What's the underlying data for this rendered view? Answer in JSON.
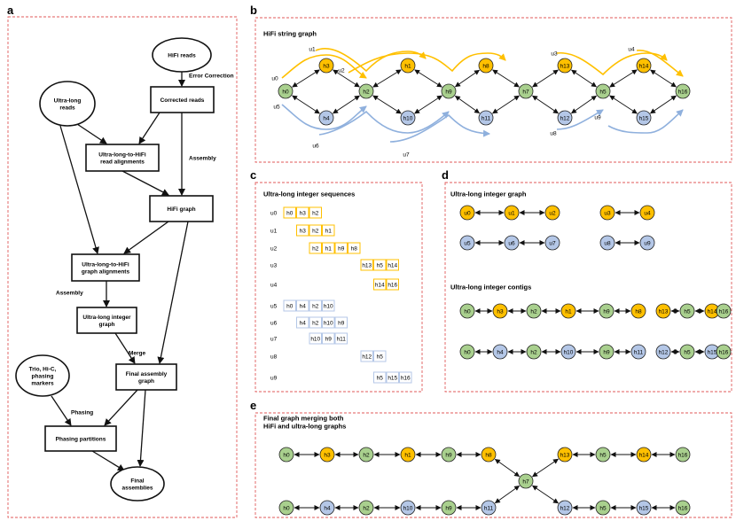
{
  "colors": {
    "panel_border": "#e05a5a",
    "hifi_node": "#a9d08e",
    "ul_orange": "#ffc000",
    "ul_blue": "#b4c7e7",
    "node_stroke": "#222222",
    "orange_arrow": "#ffc000",
    "blue_arrow": "#8fb0dd"
  },
  "panels": {
    "a": "a",
    "b": "b",
    "c": "c",
    "d": "d",
    "e": "e"
  },
  "a": {
    "hifi_reads": "HiFi reads",
    "error_correction": "Error Correction",
    "ultra_long_reads": "Ultra-long\nreads",
    "corrected_reads": "Corrected reads",
    "ul_to_hifi_read_alignments": "Ultra-long-to-HiFi\nread alignments",
    "assembly_label_1": "Assembly",
    "hifi_graph": "HiFi graph",
    "ul_to_hifi_graph_alignments": "Ultra-long-to-HiFi\ngraph alignments",
    "assembly_label_2": "Assembly",
    "ul_integer_graph": "Ultra-long integer\ngraph",
    "merge": "Merge",
    "final_assembly_graph": "Final assembly\ngraph",
    "trio_hic": "Trio, Hi-C,\nphasing\nmarkers",
    "phasing": "Phasing",
    "phasing_partitions": "Phasing partitions",
    "final_assemblies": "Final\nassemblies"
  },
  "b": {
    "title": "HiFi string graph",
    "nodes": [
      {
        "id": "h0",
        "c": "g"
      },
      {
        "id": "h3",
        "c": "o"
      },
      {
        "id": "h4",
        "c": "b"
      },
      {
        "id": "h2",
        "c": "g"
      },
      {
        "id": "h1",
        "c": "o"
      },
      {
        "id": "h10",
        "c": "b"
      },
      {
        "id": "h9",
        "c": "g"
      },
      {
        "id": "h8",
        "c": "o"
      },
      {
        "id": "h11",
        "c": "b"
      },
      {
        "id": "h7",
        "c": "g"
      },
      {
        "id": "h13",
        "c": "o"
      },
      {
        "id": "h12",
        "c": "b"
      },
      {
        "id": "h5",
        "c": "g"
      },
      {
        "id": "h14",
        "c": "o"
      },
      {
        "id": "h15",
        "c": "b"
      },
      {
        "id": "h16",
        "c": "g"
      }
    ],
    "read_labels": [
      "u0",
      "u1",
      "u2",
      "u3",
      "u4",
      "u5",
      "u6",
      "u7",
      "u8",
      "u9"
    ]
  },
  "c": {
    "title": "Ultra-long integer sequences",
    "rows": [
      {
        "label": "u0",
        "c": "o",
        "start": 0,
        "cells": [
          "h0",
          "h3",
          "h2"
        ]
      },
      {
        "label": "u1",
        "c": "o",
        "start": 1,
        "cells": [
          "h3",
          "h2",
          "h1"
        ]
      },
      {
        "label": "u2",
        "c": "o",
        "start": 2,
        "cells": [
          "h2",
          "h1",
          "h9",
          "h8"
        ]
      },
      {
        "label": "u3",
        "c": "o",
        "start": 6,
        "cells": [
          "h13",
          "h5",
          "h14"
        ]
      },
      {
        "label": "u4",
        "c": "o",
        "start": 7,
        "cells": [
          "h14",
          "h16"
        ]
      },
      {
        "label": "u5",
        "c": "b",
        "start": 0,
        "cells": [
          "h0",
          "h4",
          "h2",
          "h10"
        ]
      },
      {
        "label": "u6",
        "c": "b",
        "start": 1,
        "cells": [
          "h4",
          "h2",
          "h10",
          "h9"
        ]
      },
      {
        "label": "u7",
        "c": "b",
        "start": 2,
        "cells": [
          "h10",
          "h9",
          "h11"
        ]
      },
      {
        "label": "u8",
        "c": "b",
        "start": 6,
        "cells": [
          "h12",
          "h5"
        ]
      },
      {
        "label": "u9",
        "c": "b",
        "start": 7,
        "cells": [
          "h5",
          "h15",
          "h16"
        ]
      }
    ]
  },
  "d": {
    "graph_title": "Ultra-long integer graph",
    "graph_rows": [
      [
        {
          "id": "u0",
          "c": "o"
        },
        {
          "id": "u1",
          "c": "o"
        },
        {
          "id": "u2",
          "c": "o"
        }
      ],
      [
        {
          "id": "u3",
          "c": "o"
        },
        {
          "id": "u4",
          "c": "o"
        }
      ],
      [
        {
          "id": "u5",
          "c": "b"
        },
        {
          "id": "u6",
          "c": "b"
        },
        {
          "id": "u7",
          "c": "b"
        }
      ],
      [
        {
          "id": "u8",
          "c": "b"
        },
        {
          "id": "u9",
          "c": "b"
        }
      ]
    ],
    "contigs_title": "Ultra-long integer contigs",
    "contig_rows": [
      [
        {
          "id": "h0",
          "c": "g"
        },
        {
          "id": "h3",
          "c": "o"
        },
        {
          "id": "h2",
          "c": "g"
        },
        {
          "id": "h1",
          "c": "o"
        },
        {
          "id": "h9",
          "c": "g"
        },
        {
          "id": "h8",
          "c": "o"
        }
      ],
      [
        {
          "id": "h13",
          "c": "o"
        },
        {
          "id": "h5",
          "c": "g"
        },
        {
          "id": "h14",
          "c": "o"
        },
        {
          "id": "h16",
          "c": "g"
        }
      ],
      [
        {
          "id": "h0",
          "c": "g"
        },
        {
          "id": "h4",
          "c": "b"
        },
        {
          "id": "h2",
          "c": "g"
        },
        {
          "id": "h10",
          "c": "b"
        },
        {
          "id": "h9",
          "c": "g"
        },
        {
          "id": "h11",
          "c": "b"
        }
      ],
      [
        {
          "id": "h12",
          "c": "b"
        },
        {
          "id": "h5",
          "c": "g"
        },
        {
          "id": "h15",
          "c": "b"
        },
        {
          "id": "h16",
          "c": "g"
        }
      ]
    ]
  },
  "e": {
    "title": "Final graph merging both\nHiFi and ultra-long graphs",
    "top_left": [
      {
        "id": "h0",
        "c": "g"
      },
      {
        "id": "h3",
        "c": "o"
      },
      {
        "id": "h2",
        "c": "g"
      },
      {
        "id": "h1",
        "c": "o"
      },
      {
        "id": "h9",
        "c": "g"
      },
      {
        "id": "h8",
        "c": "o"
      }
    ],
    "bottom_left": [
      {
        "id": "h0",
        "c": "g"
      },
      {
        "id": "h4",
        "c": "b"
      },
      {
        "id": "h2",
        "c": "g"
      },
      {
        "id": "h10",
        "c": "b"
      },
      {
        "id": "h9",
        "c": "g"
      },
      {
        "id": "h11",
        "c": "b"
      }
    ],
    "center": {
      "id": "h7",
      "c": "g"
    },
    "top_right": [
      {
        "id": "h13",
        "c": "o"
      },
      {
        "id": "h5",
        "c": "g"
      },
      {
        "id": "h14",
        "c": "o"
      },
      {
        "id": "h16",
        "c": "g"
      }
    ],
    "bottom_right": [
      {
        "id": "h12",
        "c": "b"
      },
      {
        "id": "h5",
        "c": "g"
      },
      {
        "id": "h15",
        "c": "b"
      },
      {
        "id": "h16",
        "c": "g"
      }
    ]
  }
}
